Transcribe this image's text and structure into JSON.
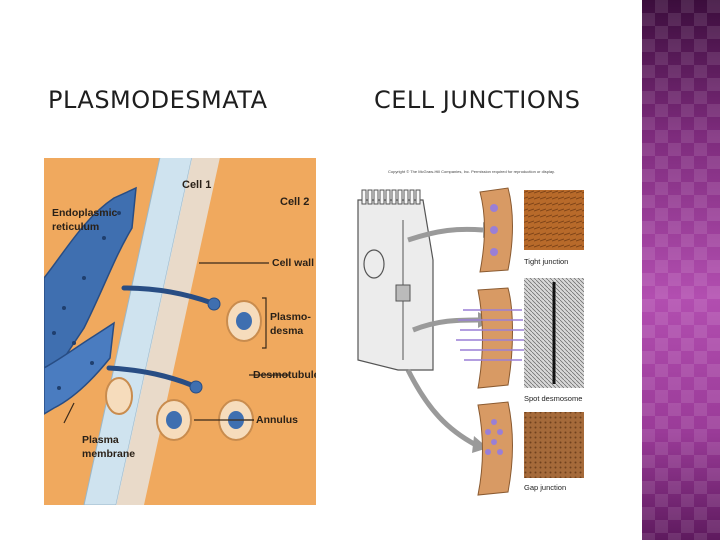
{
  "slide": {
    "left_heading": "PLASMODESMATA",
    "right_heading": "CELL JUNCTIONS"
  },
  "plasmodesmata_figure": {
    "labels": {
      "cell1": "Cell 1",
      "cell2": "Cell 2",
      "er": [
        "Endoplasmic",
        "reticulum"
      ],
      "cell_wall": "Cell wall",
      "plasmodesma": [
        "Plasmo-",
        "desma"
      ],
      "desmotubule": "Desmotubule",
      "annulus": "Annulus",
      "plasma_membrane": [
        "Plasma",
        "membrane"
      ]
    },
    "colors": {
      "background": "#f0a95e",
      "er": "#3f6fb0",
      "wall": "#cfe3ef"
    }
  },
  "junctions_figure": {
    "copyright": "Copyright © The McGraw-Hill Companies, Inc. Permission required for reproduction or display.",
    "labels": {
      "tight": "Tight junction",
      "desmosome": "Spot desmosome",
      "gap": "Gap junction"
    }
  },
  "theme": {
    "sidebar_color": "#8e3a8c"
  }
}
